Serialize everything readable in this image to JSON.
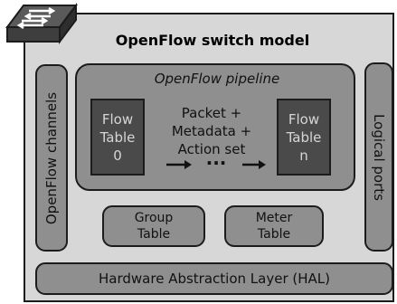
{
  "title": "OpenFlow switch model",
  "openflow_channels": "OpenFlow channels",
  "logical_ports": "Logical ports",
  "pipeline": {
    "title": "OpenFlow pipeline",
    "flow_table_first": [
      "Flow",
      "Table",
      "0"
    ],
    "flow_table_last": [
      "Flow",
      "Table",
      "n"
    ],
    "packet_info": [
      "Packet +",
      "Metadata +",
      "Action set"
    ],
    "ellipsis": "···"
  },
  "group_table": [
    "Group",
    "Table"
  ],
  "meter_table": [
    "Meter",
    "Table"
  ],
  "hal": "Hardware Abstraction Layer (HAL)",
  "icon": "switch-icon",
  "colors": {
    "background": "#d7d7d7",
    "box_fill": "#8f8f8f",
    "flow_table_fill": "#4a4a4a",
    "border": "#1c1c1c"
  }
}
